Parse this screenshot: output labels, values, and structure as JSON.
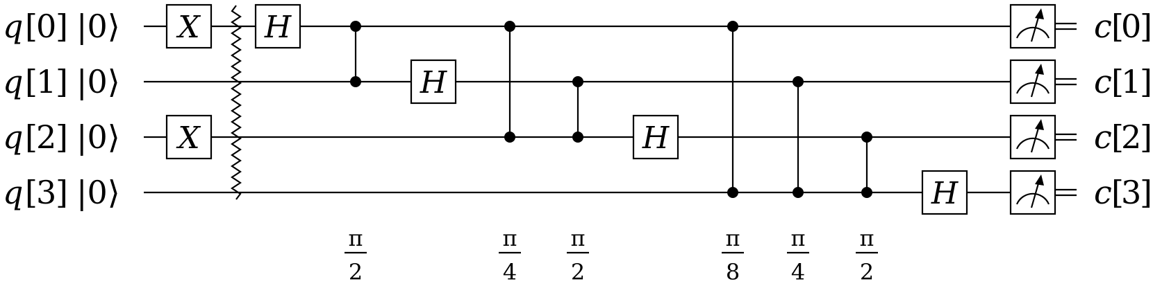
{
  "qubits": [
    {
      "register": "q",
      "index": "0",
      "init": "|0⟩"
    },
    {
      "register": "q",
      "index": "1",
      "init": "|0⟩"
    },
    {
      "register": "q",
      "index": "2",
      "init": "|0⟩"
    },
    {
      "register": "q",
      "index": "3",
      "init": "|0⟩"
    }
  ],
  "classical_outputs": [
    {
      "register": "c",
      "index": "0"
    },
    {
      "register": "c",
      "index": "1"
    },
    {
      "register": "c",
      "index": "2"
    },
    {
      "register": "c",
      "index": "3"
    }
  ],
  "gates": [
    {
      "type": "X",
      "label": "X",
      "qubit": 0
    },
    {
      "type": "X",
      "label": "X",
      "qubit": 2
    },
    {
      "type": "barrier",
      "qubits": [
        0,
        1,
        2,
        3
      ]
    },
    {
      "type": "H",
      "label": "H",
      "qubit": 0
    },
    {
      "type": "CP",
      "control": 0,
      "target": 1,
      "angle": {
        "num": "π",
        "den": "2"
      }
    },
    {
      "type": "H",
      "label": "H",
      "qubit": 1
    },
    {
      "type": "CP",
      "control": 0,
      "target": 2,
      "angle": {
        "num": "π",
        "den": "4"
      }
    },
    {
      "type": "CP",
      "control": 1,
      "target": 2,
      "angle": {
        "num": "π",
        "den": "2"
      }
    },
    {
      "type": "H",
      "label": "H",
      "qubit": 2
    },
    {
      "type": "CP",
      "control": 0,
      "target": 3,
      "angle": {
        "num": "π",
        "den": "8"
      }
    },
    {
      "type": "CP",
      "control": 1,
      "target": 3,
      "angle": {
        "num": "π",
        "den": "4"
      }
    },
    {
      "type": "CP",
      "control": 2,
      "target": 3,
      "angle": {
        "num": "π",
        "den": "2"
      }
    },
    {
      "type": "H",
      "label": "H",
      "qubit": 3
    },
    {
      "type": "measure",
      "qubits": [
        0,
        1,
        2,
        3
      ]
    }
  ]
}
